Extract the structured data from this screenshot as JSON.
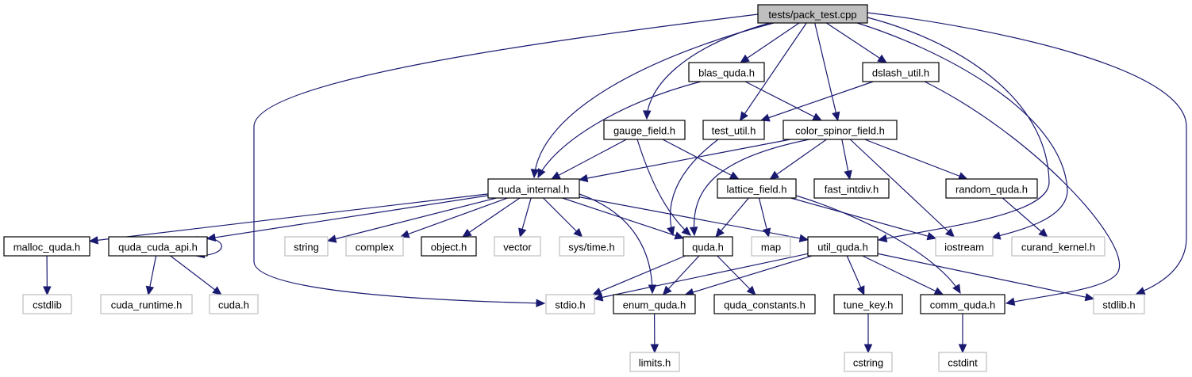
{
  "graph": {
    "title": "tests/pack_test.cpp",
    "edge_color": "#191970",
    "nodes": [
      {
        "id": "pack_test",
        "label": "tests/pack_test.cpp",
        "kind": "root"
      },
      {
        "id": "blas_quda",
        "label": "blas_quda.h",
        "kind": "documented"
      },
      {
        "id": "dslash_util",
        "label": "dslash_util.h",
        "kind": "documented"
      },
      {
        "id": "gauge_field",
        "label": "gauge_field.h",
        "kind": "documented"
      },
      {
        "id": "test_util",
        "label": "test_util.h",
        "kind": "documented"
      },
      {
        "id": "color_spinor_field",
        "label": "color_spinor_field.h",
        "kind": "documented"
      },
      {
        "id": "quda_internal",
        "label": "quda_internal.h",
        "kind": "documented"
      },
      {
        "id": "lattice_field",
        "label": "lattice_field.h",
        "kind": "documented"
      },
      {
        "id": "fast_intdiv",
        "label": "fast_intdiv.h",
        "kind": "documented"
      },
      {
        "id": "random_quda",
        "label": "random_quda.h",
        "kind": "documented"
      },
      {
        "id": "malloc_quda",
        "label": "malloc_quda.h",
        "kind": "documented"
      },
      {
        "id": "quda_cuda_api",
        "label": "quda_cuda_api.h",
        "kind": "documented"
      },
      {
        "id": "string",
        "label": "string",
        "kind": "external"
      },
      {
        "id": "complex",
        "label": "complex",
        "kind": "external"
      },
      {
        "id": "object",
        "label": "object.h",
        "kind": "documented"
      },
      {
        "id": "vector",
        "label": "vector",
        "kind": "external"
      },
      {
        "id": "systime",
        "label": "sys/time.h",
        "kind": "external"
      },
      {
        "id": "quda",
        "label": "quda.h",
        "kind": "documented"
      },
      {
        "id": "map",
        "label": "map",
        "kind": "external"
      },
      {
        "id": "util_quda",
        "label": "util_quda.h",
        "kind": "documented"
      },
      {
        "id": "iostream",
        "label": "iostream",
        "kind": "external"
      },
      {
        "id": "curand_kernel",
        "label": "curand_kernel.h",
        "kind": "external"
      },
      {
        "id": "cstdlib",
        "label": "cstdlib",
        "kind": "external"
      },
      {
        "id": "cuda_runtime",
        "label": "cuda_runtime.h",
        "kind": "external"
      },
      {
        "id": "cuda",
        "label": "cuda.h",
        "kind": "external"
      },
      {
        "id": "stdio",
        "label": "stdio.h",
        "kind": "external"
      },
      {
        "id": "enum_quda",
        "label": "enum_quda.h",
        "kind": "documented"
      },
      {
        "id": "quda_constants",
        "label": "quda_constants.h",
        "kind": "documented"
      },
      {
        "id": "tune_key",
        "label": "tune_key.h",
        "kind": "documented"
      },
      {
        "id": "comm_quda",
        "label": "comm_quda.h",
        "kind": "documented"
      },
      {
        "id": "stdlib",
        "label": "stdlib.h",
        "kind": "external"
      },
      {
        "id": "limits",
        "label": "limits.h",
        "kind": "external"
      },
      {
        "id": "cstring",
        "label": "cstring",
        "kind": "external"
      },
      {
        "id": "cstdint",
        "label": "cstdint",
        "kind": "external"
      }
    ],
    "edges": [
      {
        "from": "pack_test",
        "to": "blas_quda"
      },
      {
        "from": "pack_test",
        "to": "dslash_util"
      },
      {
        "from": "pack_test",
        "to": "gauge_field"
      },
      {
        "from": "pack_test",
        "to": "test_util"
      },
      {
        "from": "pack_test",
        "to": "color_spinor_field"
      },
      {
        "from": "pack_test",
        "to": "quda_internal"
      },
      {
        "from": "pack_test",
        "to": "util_quda"
      },
      {
        "from": "pack_test",
        "to": "iostream"
      },
      {
        "from": "pack_test",
        "to": "stdio"
      },
      {
        "from": "pack_test",
        "to": "stdlib"
      },
      {
        "from": "blas_quda",
        "to": "quda_internal"
      },
      {
        "from": "blas_quda",
        "to": "color_spinor_field"
      },
      {
        "from": "dslash_util",
        "to": "test_util"
      },
      {
        "from": "dslash_util",
        "to": "comm_quda"
      },
      {
        "from": "gauge_field",
        "to": "quda_internal"
      },
      {
        "from": "gauge_field",
        "to": "quda"
      },
      {
        "from": "gauge_field",
        "to": "lattice_field"
      },
      {
        "from": "test_util",
        "to": "quda"
      },
      {
        "from": "color_spinor_field",
        "to": "quda_internal"
      },
      {
        "from": "color_spinor_field",
        "to": "quda"
      },
      {
        "from": "color_spinor_field",
        "to": "lattice_field"
      },
      {
        "from": "color_spinor_field",
        "to": "fast_intdiv"
      },
      {
        "from": "color_spinor_field",
        "to": "iostream"
      },
      {
        "from": "color_spinor_field",
        "to": "random_quda"
      },
      {
        "from": "quda_internal",
        "to": "malloc_quda"
      },
      {
        "from": "quda_internal",
        "to": "quda_cuda_api"
      },
      {
        "from": "quda_internal",
        "to": "string"
      },
      {
        "from": "quda_internal",
        "to": "complex"
      },
      {
        "from": "quda_internal",
        "to": "object"
      },
      {
        "from": "quda_internal",
        "to": "vector"
      },
      {
        "from": "quda_internal",
        "to": "systime"
      },
      {
        "from": "quda_internal",
        "to": "quda"
      },
      {
        "from": "quda_internal",
        "to": "enum_quda"
      },
      {
        "from": "quda_internal",
        "to": "util_quda"
      },
      {
        "from": "lattice_field",
        "to": "quda"
      },
      {
        "from": "lattice_field",
        "to": "map"
      },
      {
        "from": "lattice_field",
        "to": "iostream"
      },
      {
        "from": "lattice_field",
        "to": "comm_quda"
      },
      {
        "from": "random_quda",
        "to": "curand_kernel"
      },
      {
        "from": "malloc_quda",
        "to": "cstdlib"
      },
      {
        "from": "quda_cuda_api",
        "to": "quda_cuda_api"
      },
      {
        "from": "quda_cuda_api",
        "to": "cuda_runtime"
      },
      {
        "from": "quda_cuda_api",
        "to": "cuda"
      },
      {
        "from": "quda",
        "to": "stdio"
      },
      {
        "from": "quda",
        "to": "enum_quda"
      },
      {
        "from": "quda",
        "to": "quda_constants"
      },
      {
        "from": "util_quda",
        "to": "stdio"
      },
      {
        "from": "util_quda",
        "to": "enum_quda"
      },
      {
        "from": "util_quda",
        "to": "tune_key"
      },
      {
        "from": "util_quda",
        "to": "comm_quda"
      },
      {
        "from": "util_quda",
        "to": "stdlib"
      },
      {
        "from": "enum_quda",
        "to": "limits"
      },
      {
        "from": "tune_key",
        "to": "cstring"
      },
      {
        "from": "comm_quda",
        "to": "cstdint"
      }
    ]
  }
}
